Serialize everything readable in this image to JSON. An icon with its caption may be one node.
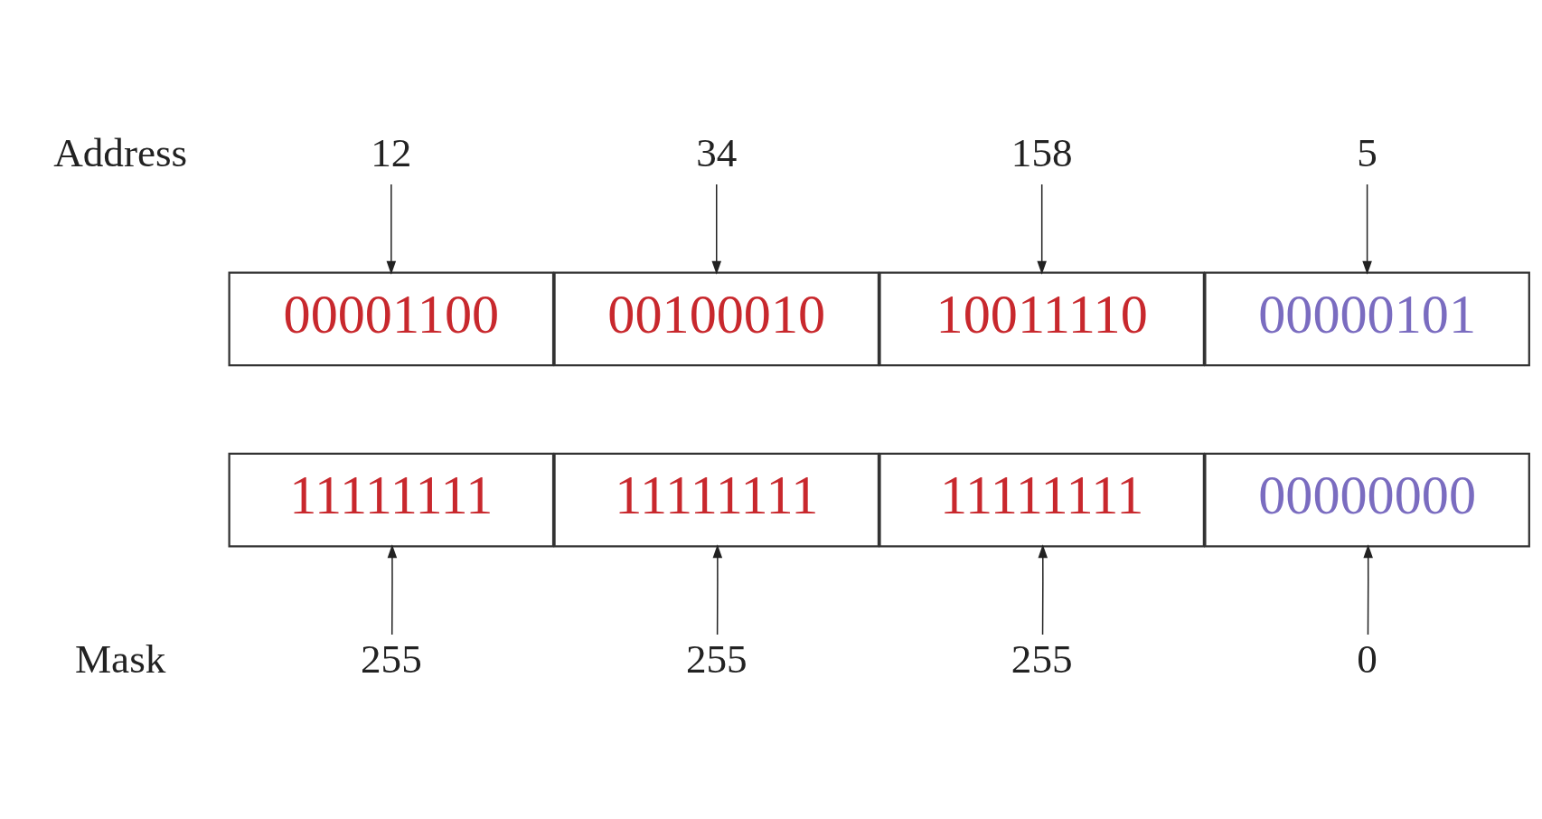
{
  "diagram": {
    "nodes": [
      {
        "text": [
          "12"
        ]
      },
      {
        "text": [
          "34"
        ]
      },
      {
        "text": [
          "158"
        ]
      },
      {
        "text": [
          "5"
        ]
      },
      {
        "text": [
          "00001100"
        ]
      },
      {
        "text": [
          "00100010"
        ]
      },
      {
        "text": [
          "10011110"
        ]
      },
      {
        "text": [
          "00000101"
        ]
      },
      {
        "text": [
          "11111111"
        ]
      },
      {
        "text": [
          "11111111"
        ]
      },
      {
        "text": [
          "11111111"
        ]
      },
      {
        "text": [
          "00000000"
        ]
      },
      {
        "text": [
          "255"
        ]
      },
      {
        "text": [
          "255"
        ]
      },
      {
        "text": [
          "255"
        ]
      },
      {
        "text": [
          "0"
        ]
      }
    ],
    "edges": [
      {
        "from": 0,
        "to": 4,
        "arrow": "to"
      },
      {
        "from": 1,
        "to": 5,
        "arrow": "to"
      },
      {
        "from": 2,
        "to": 6,
        "arrow": "to"
      },
      {
        "from": 3,
        "to": 7,
        "arrow": "to"
      },
      {
        "from": 12,
        "to": 8,
        "arrow": "to"
      },
      {
        "from": 13,
        "to": 9,
        "arrow": "to"
      },
      {
        "from": 14,
        "to": 10,
        "arrow": "to"
      },
      {
        "from": 15,
        "to": 11,
        "arrow": "to"
      }
    ],
    "labels": [
      "Address",
      "Mask"
    ]
  }
}
